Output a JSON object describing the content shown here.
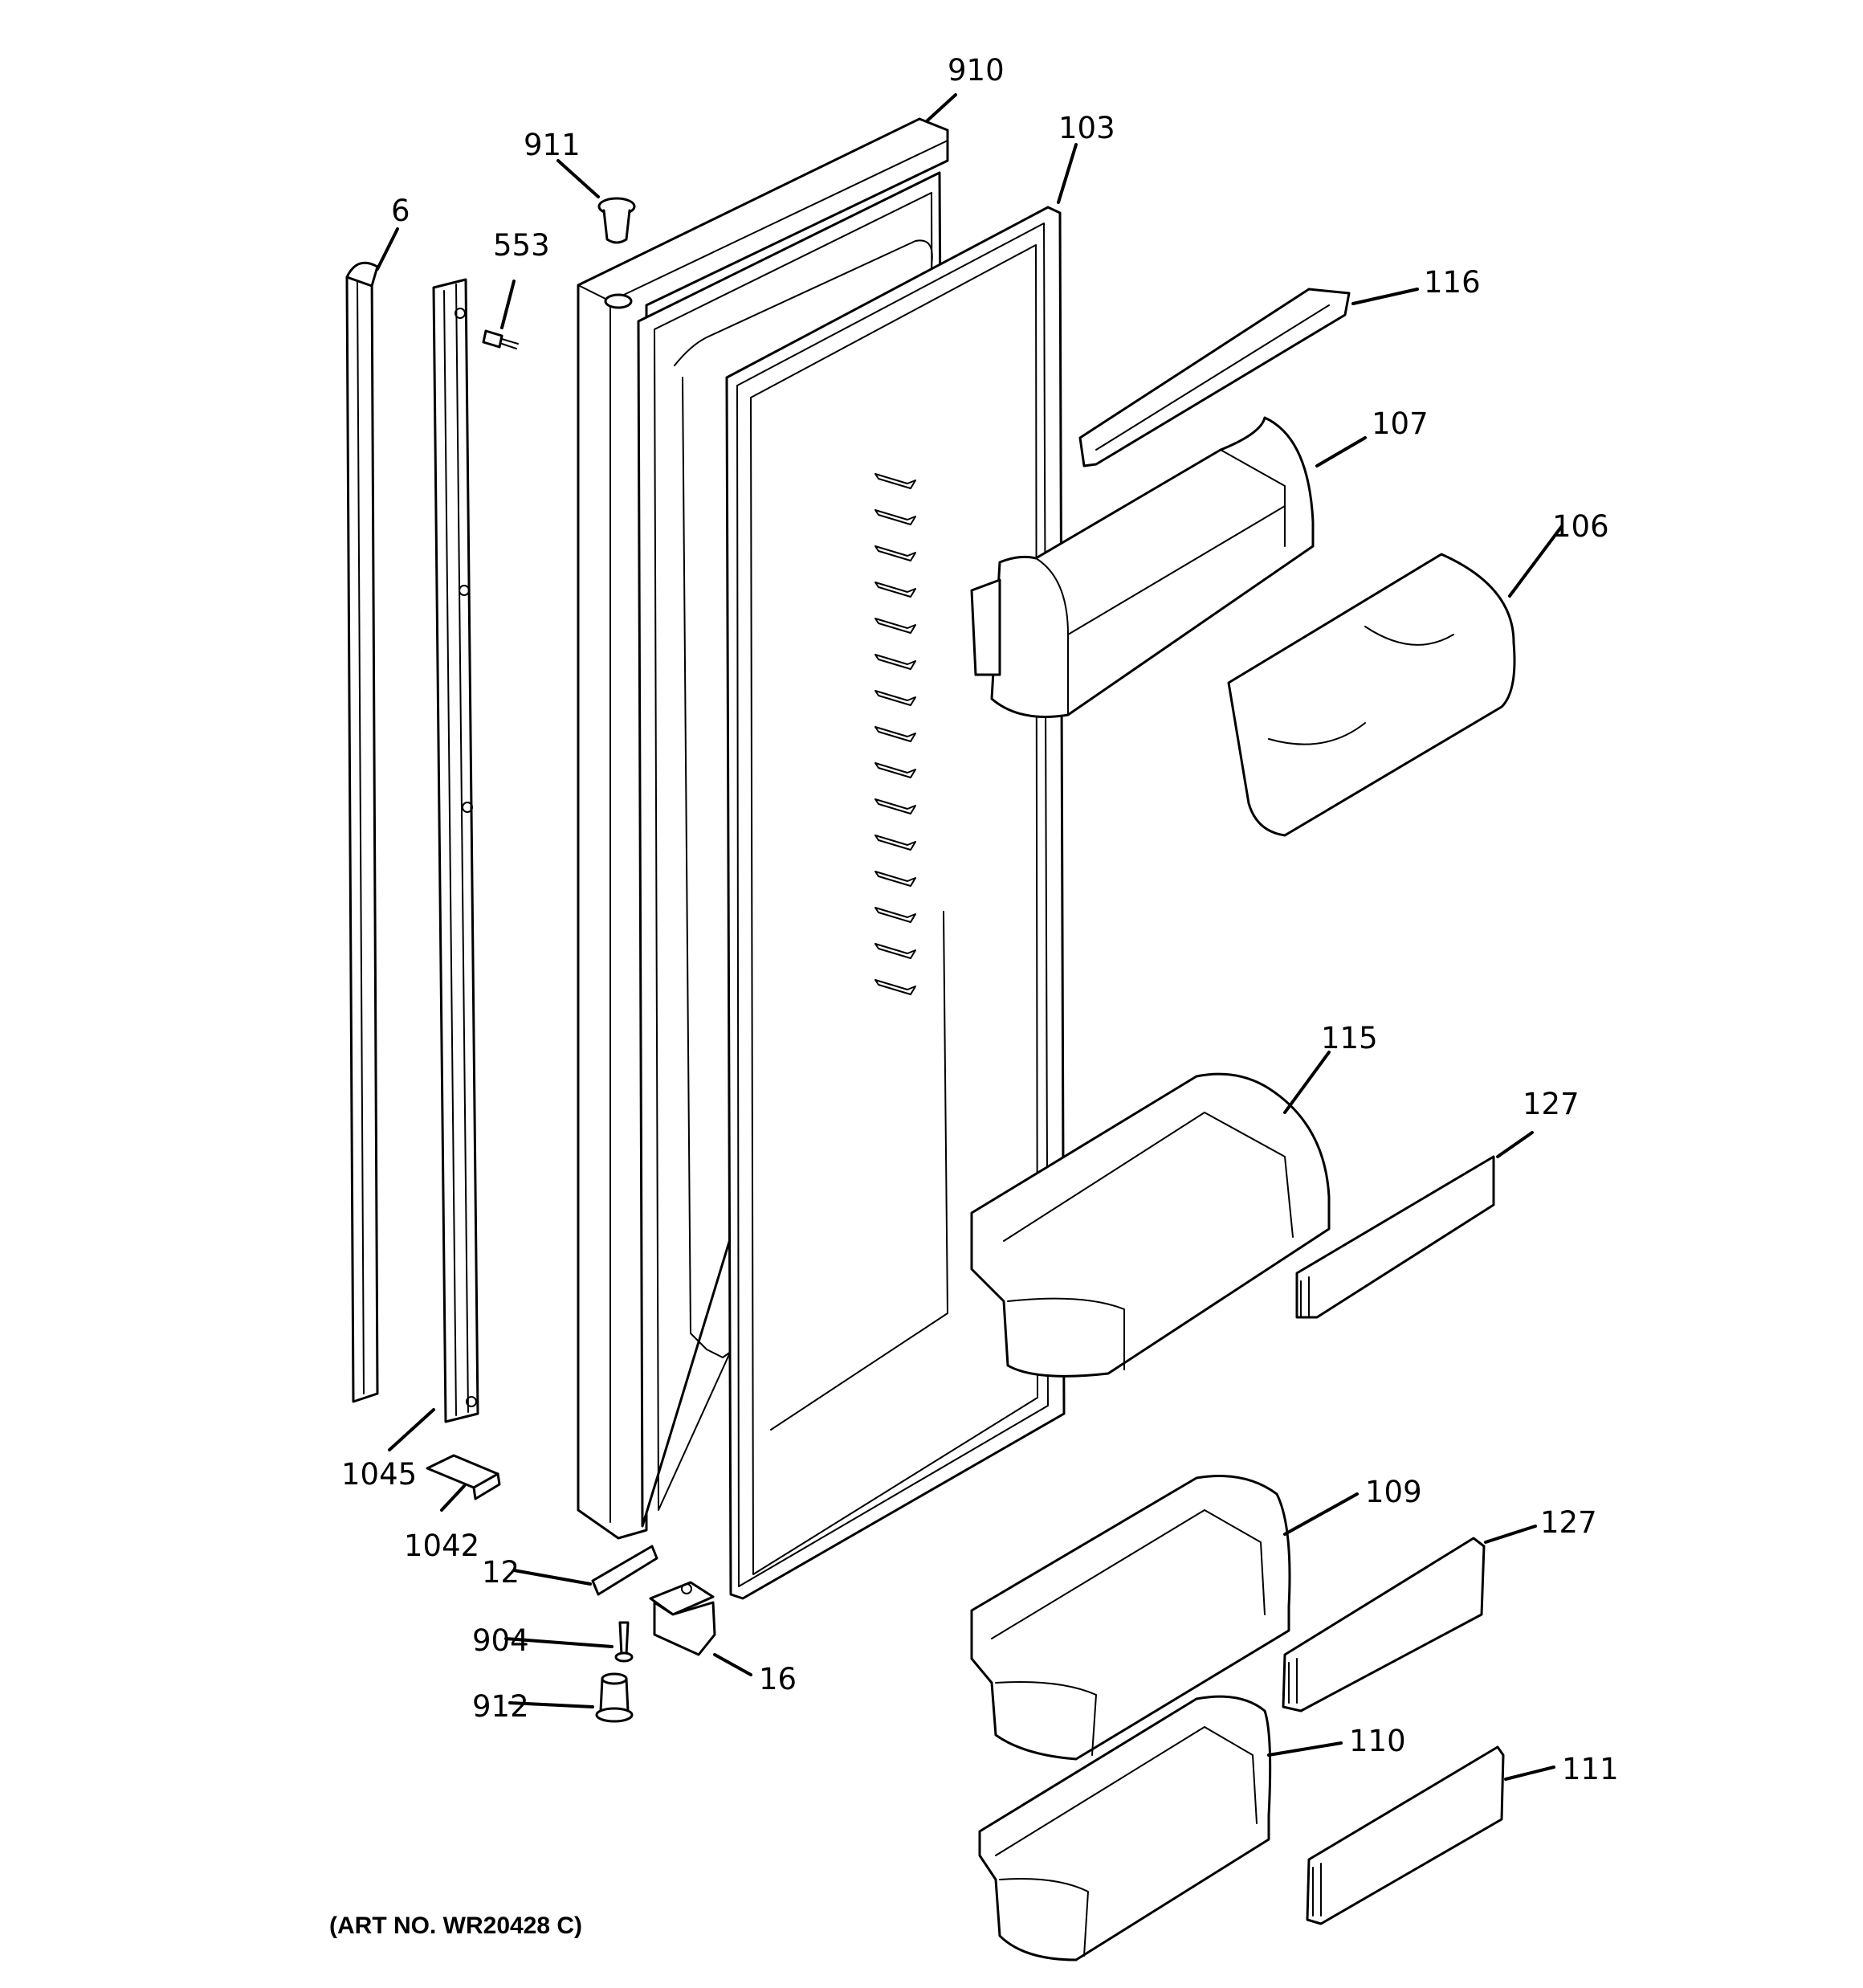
{
  "callouts": {
    "p910": "910",
    "p911": "911",
    "p103": "103",
    "p6": "6",
    "p553": "553",
    "p116": "116",
    "p107": "107",
    "p106": "106",
    "p115": "115",
    "p127a": "127",
    "p1045": "1045",
    "p1042": "1042",
    "p109": "109",
    "p127b": "127",
    "p12": "12",
    "p16": "16",
    "p904": "904",
    "p912": "912",
    "p110": "110",
    "p111": "111"
  },
  "art_number": "(ART NO. WR20428 C)"
}
